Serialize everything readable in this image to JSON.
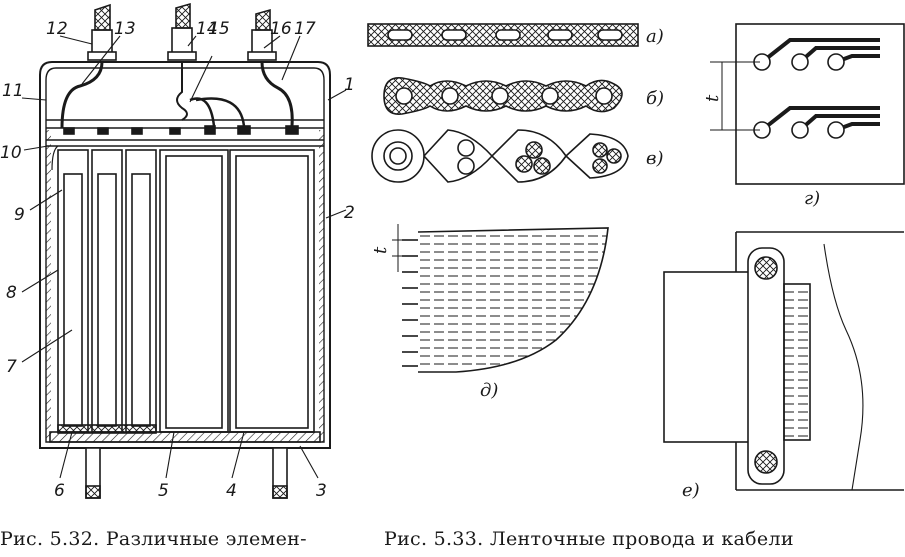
{
  "figure_left": {
    "callouts": [
      "12",
      "13",
      "14",
      "15",
      "16",
      "17",
      "11",
      "1",
      "10",
      "9",
      "2",
      "8",
      "7",
      "6",
      "5",
      "4",
      "3"
    ],
    "caption": "Рис.  5.32.  Различные  элемен-"
  },
  "figure_right": {
    "sublabels": [
      "а)",
      "б)",
      "в)",
      "г)",
      "д)",
      "е)"
    ],
    "pitch_label": "t",
    "caption": "Рис. 5.33. Ленточные провода и кабели"
  }
}
